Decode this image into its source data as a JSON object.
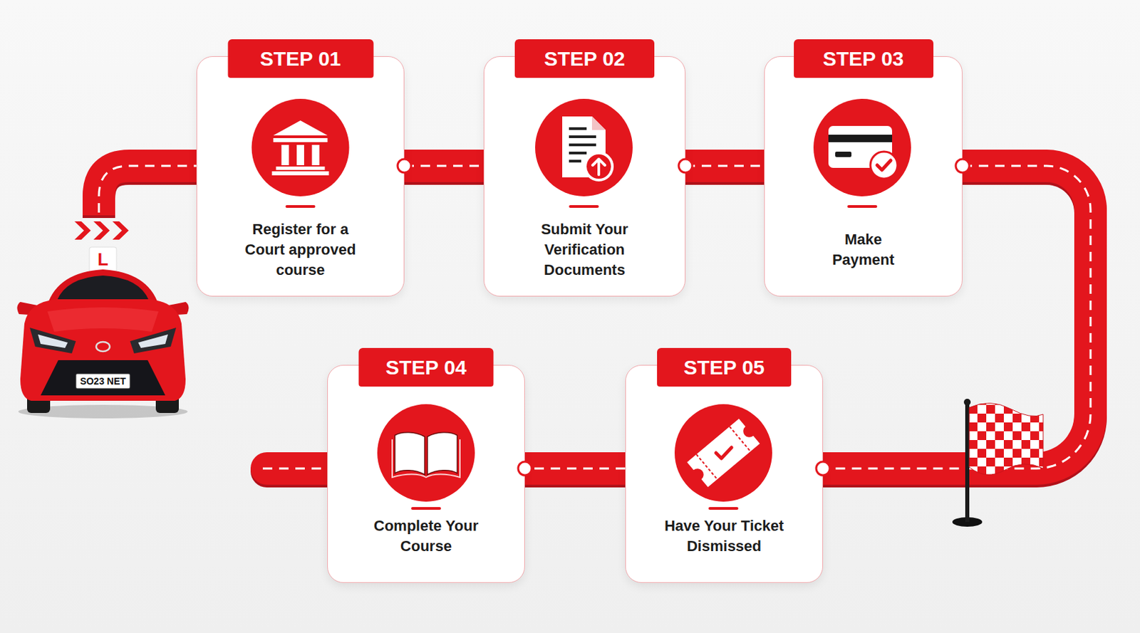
{
  "diagram": {
    "nodes": [
      {
        "text": [
          "STEP 01",
          "Register for a Court approved course"
        ]
      },
      {
        "text": [
          "STEP 02",
          "Submit Your Verification Documents"
        ]
      },
      {
        "text": [
          "STEP 03",
          "Make Payment"
        ]
      },
      {
        "text": [
          "STEP 04",
          "Complete Your Course"
        ]
      },
      {
        "text": [
          "STEP 05",
          "Have Your Ticket Dismissed"
        ]
      }
    ],
    "edges": [
      {
        "from": 0,
        "to": 1,
        "arrow": "none"
      },
      {
        "from": 1,
        "to": 2,
        "arrow": "none"
      },
      {
        "from": 2,
        "to": 4,
        "arrow": "none"
      },
      {
        "from": 4,
        "to": 3,
        "arrow": "none"
      }
    ],
    "labels": [
      "L",
      "SO23 NET"
    ]
  }
}
